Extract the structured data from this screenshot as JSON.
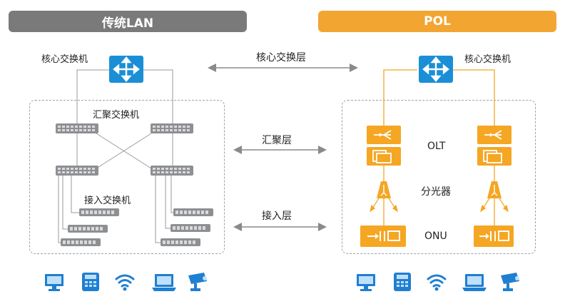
{
  "lan": {
    "title": "传统LAN",
    "core_label": "核心交换机",
    "agg_label": "汇聚交换机",
    "access_label": "接入交换机"
  },
  "pol": {
    "title": "POL",
    "core_label": "核心交换机",
    "olt_label": "OLT",
    "splitter_label": "分光器",
    "onu_label": "ONU"
  },
  "layers": {
    "core": "核心交换层",
    "aggregation": "汇聚层",
    "access": "接入层"
  },
  "colors": {
    "lan_banner": "#7a7a7a",
    "pol_banner": "#f3a531",
    "router_blue": "#1a8fd6",
    "pol_orange": "#f5a623",
    "switch_gray": "#8d8f92",
    "terminal_blue": "#1f7fd1"
  },
  "icons": {
    "router": "router-icon",
    "switch": "switch-icon",
    "olt": "olt-icon",
    "splitter": "splitter-icon",
    "onu": "onu-icon",
    "pc": "pc-icon",
    "phone": "phone-icon",
    "wifi": "wifi-icon",
    "laptop": "laptop-icon",
    "camera": "camera-icon"
  }
}
